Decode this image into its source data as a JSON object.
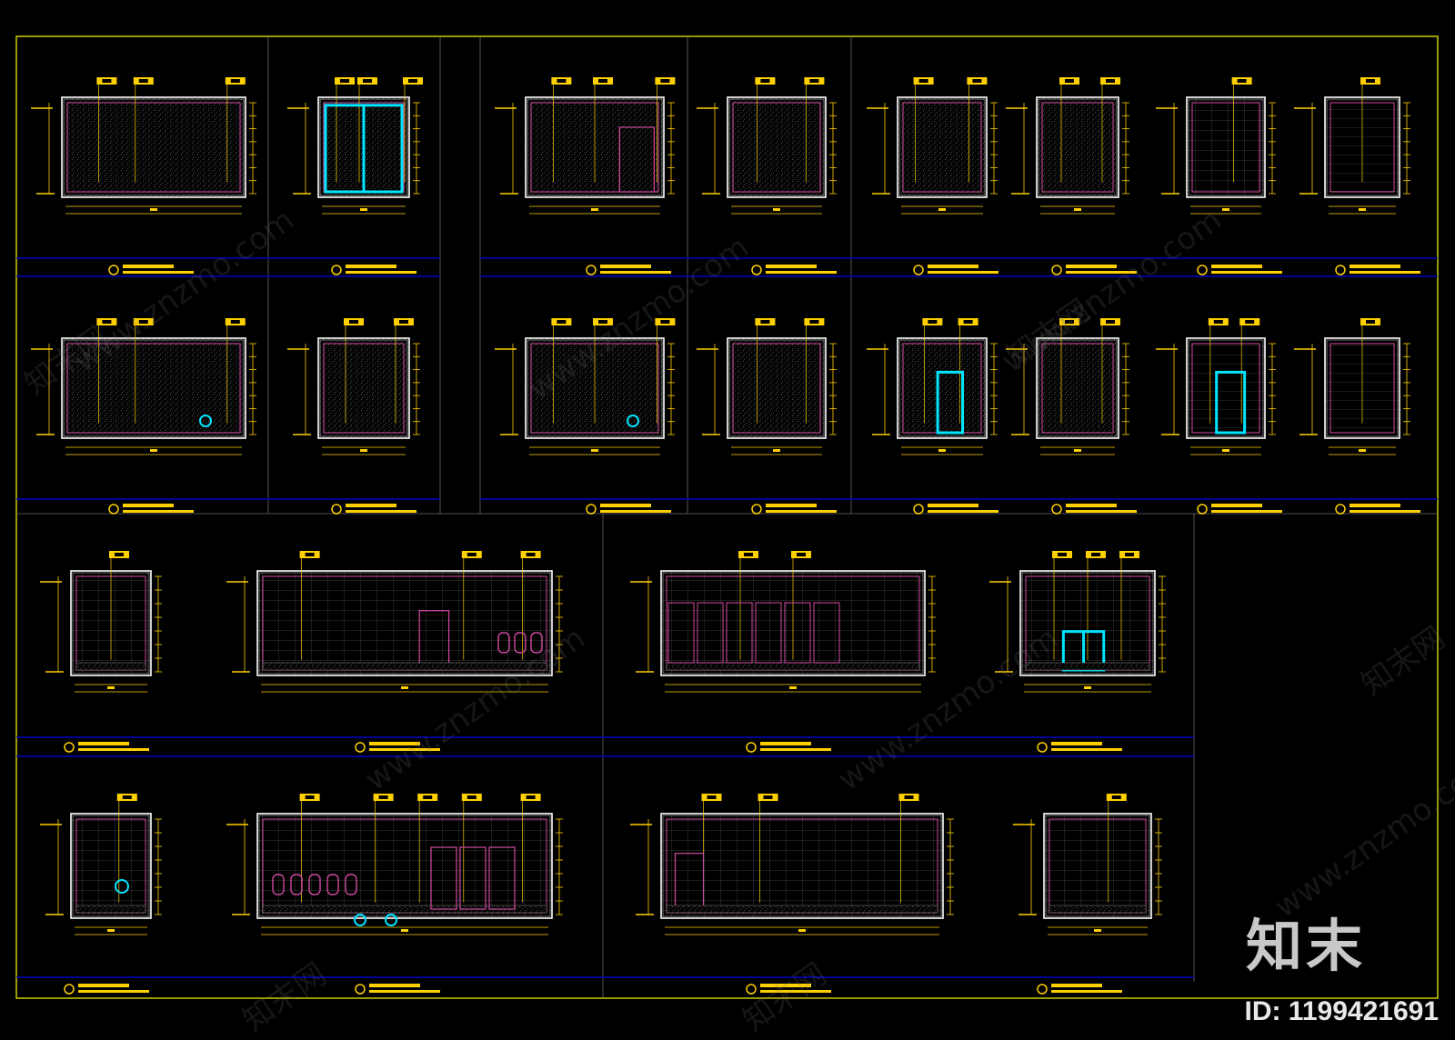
{
  "watermark": {
    "site": "www.znzmo.com",
    "brand": "知末网"
  },
  "logo": {
    "text": "知末"
  },
  "id_tag": {
    "text": "ID: 1199421691"
  },
  "colors": {
    "background": "#000000",
    "frame": "#ffff00",
    "rule": "#0000c8",
    "divider": "#6a6a6a",
    "wall": "#ffffff",
    "inner": "#d04aa0",
    "dim": "#ffd000",
    "fixture": "#00e5ff"
  }
}
